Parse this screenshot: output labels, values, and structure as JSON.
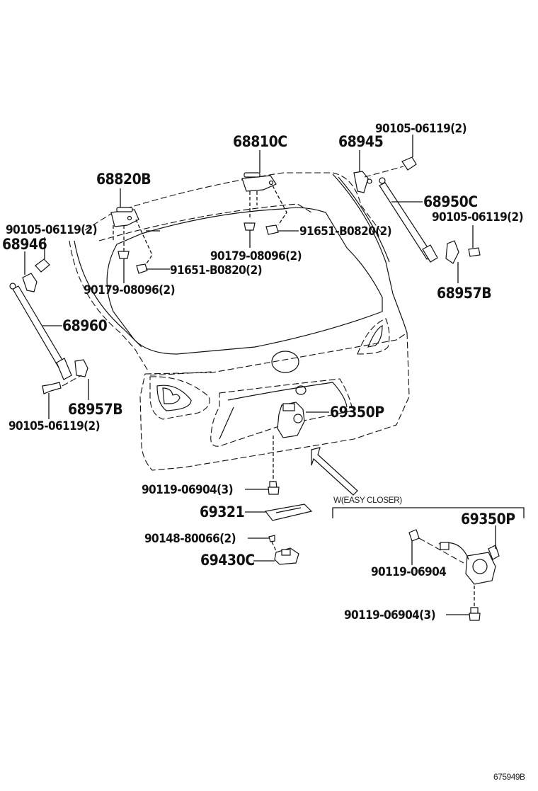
{
  "diagram": {
    "title": "Back door (tailgate) parts",
    "figure_code": "675949B",
    "variant_note": "W(EASY CLOSER)",
    "parts": [
      {
        "id": "hinge-right",
        "number": "68810C"
      },
      {
        "id": "hinge-left",
        "number": "68820B"
      },
      {
        "id": "bolt-hinge-left",
        "number": "90105-06119(2)"
      },
      {
        "id": "stay-bracket-upper-left",
        "number": "68946"
      },
      {
        "id": "nut-left",
        "number": "90179-08096(2)"
      },
      {
        "id": "bolt-left",
        "number": "91651-B0820(2)"
      },
      {
        "id": "nut-right",
        "number": "90179-08096(2)"
      },
      {
        "id": "bolt-right",
        "number": "91651-B0820(2)"
      },
      {
        "id": "stay-bracket-upper-right",
        "number": "68945"
      },
      {
        "id": "bolt-upper-right",
        "number": "90105-06119(2)"
      },
      {
        "id": "stay-right",
        "number": "68950C"
      },
      {
        "id": "bolt-lower-right",
        "number": "90105-06119(2)"
      },
      {
        "id": "stay-bracket-lower-right",
        "number": "68957B"
      },
      {
        "id": "stay-left",
        "number": "68960"
      },
      {
        "id": "stay-bracket-lower-left",
        "number": "68957B"
      },
      {
        "id": "bolt-lower-left",
        "number": "90105-06119(2)"
      },
      {
        "id": "lock-assembly",
        "number": "69350P"
      },
      {
        "id": "lock-bolt",
        "number": "90119-06904(3)"
      },
      {
        "id": "cover",
        "number": "69321"
      },
      {
        "id": "screw",
        "number": "90148-80066(2)"
      },
      {
        "id": "handle",
        "number": "69430C"
      },
      {
        "id": "lock-assembly-easy-closer",
        "number": "69350P"
      },
      {
        "id": "easy-closer-bolt",
        "number": "90119-06904"
      },
      {
        "id": "easy-closer-lock-bolt",
        "number": "90119-06904(3)"
      }
    ]
  }
}
